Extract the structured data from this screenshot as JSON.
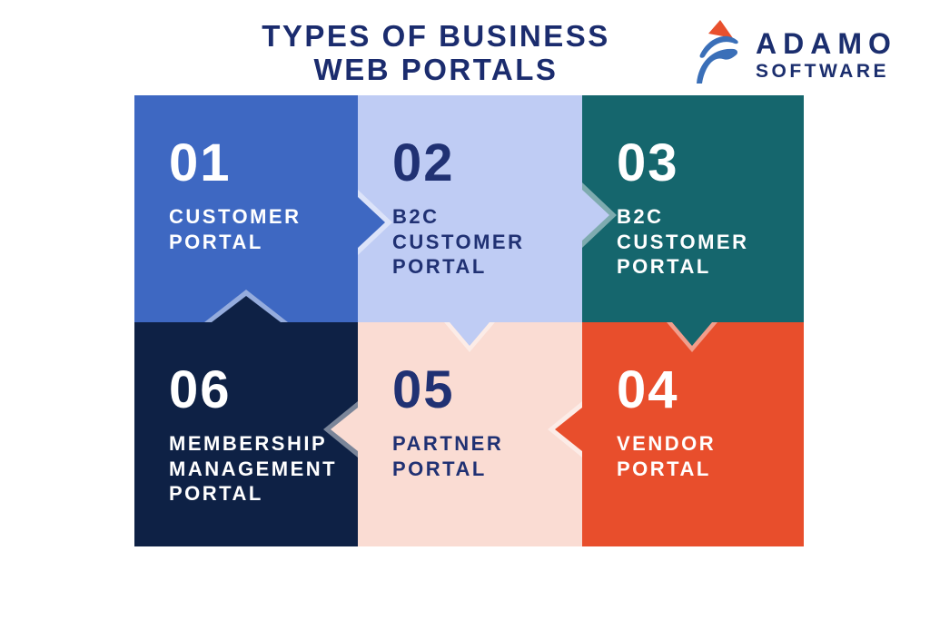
{
  "page": {
    "background": "#FFFFFF"
  },
  "title": {
    "text": "TYPES OF BUSINESS\nWEB PORTALS",
    "color": "#1B2C6E"
  },
  "logo": {
    "name": "ADAMO",
    "subname": "SOFTWARE",
    "text_color": "#1B2E6E",
    "icon": "adamo-a-mark",
    "icon_blue": "#3A6FB8",
    "icon_red": "#E8502D"
  },
  "tiles": [
    {
      "number": "01",
      "label": "CUSTOMER\nPORTAL",
      "bg": "#3E68C2",
      "fg": "#FFFFFF"
    },
    {
      "number": "02",
      "label": "B2C\nCUSTOMER\nPORTAL",
      "bg": "#BFCCF4",
      "fg": "#203173"
    },
    {
      "number": "03",
      "label": "B2C\nCUSTOMER\nPORTAL",
      "bg": "#15666D",
      "fg": "#FFFFFF"
    },
    {
      "number": "04",
      "label": "VENDOR\nPORTAL",
      "bg": "#E84E2C",
      "fg": "#FFFFFF"
    },
    {
      "number": "05",
      "label": "PARTNER\nPORTAL",
      "bg": "#FADCD3",
      "fg": "#203173"
    },
    {
      "number": "06",
      "label": "MEMBERSHIP\nMANAGEMENT\nPORTAL",
      "bg": "#0E2145",
      "fg": "#FFFFFF"
    }
  ],
  "arrows": [
    {
      "from": "01",
      "to": "02",
      "direction": "right",
      "color": "#3E68C2"
    },
    {
      "from": "02",
      "to": "03",
      "direction": "right",
      "color": "#BFCCF4"
    },
    {
      "from": "02",
      "to": "05",
      "direction": "down",
      "color": "#BFCCF4"
    },
    {
      "from": "03",
      "to": "04",
      "direction": "down",
      "color": "#15666D"
    },
    {
      "from": "04",
      "to": "05",
      "direction": "left",
      "color": "#E84E2C"
    },
    {
      "from": "05",
      "to": "06",
      "direction": "left",
      "color": "#FADCD3"
    },
    {
      "from": "06",
      "to": "01",
      "direction": "up",
      "color": "#0E2145"
    }
  ]
}
